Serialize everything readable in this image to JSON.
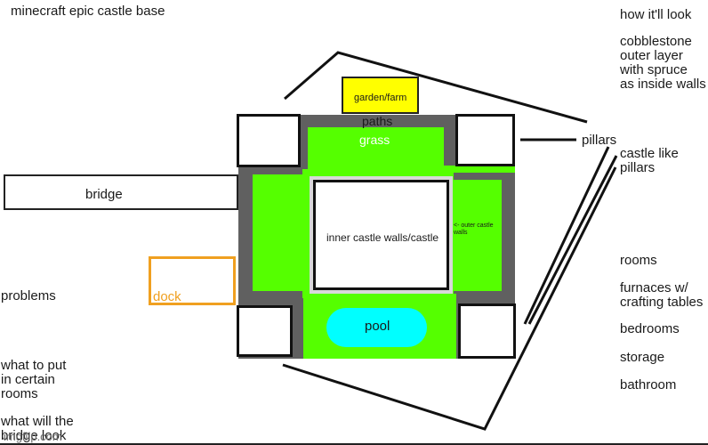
{
  "title": "minecraft epic castle base",
  "notes": {
    "how_it_looks": "how it'll look",
    "cobblestone": "cobblestone\nouter layer\nwith spruce\nas inside walls",
    "pillars": "pillars",
    "castle_pillars": "castle like\npillars",
    "rooms": "rooms",
    "furnaces": "furnaces w/\ncrafting tables",
    "bedrooms": "bedrooms",
    "storage": "storage",
    "bathroom": "bathroom",
    "problems": "problems",
    "what_to_put": "what to put\nin certain\nrooms",
    "bridge_question": "what will the\nbridge look"
  },
  "diagram": {
    "garden": "garden/farm",
    "paths": "paths",
    "grass": "grass",
    "bridge": "bridge",
    "inner": "inner castle walls/castle",
    "outer_walls": "<- outer castle\nwalls",
    "dock": "dock",
    "pool": "pool"
  },
  "colors": {
    "grass": "#55ff00",
    "paths": "#606060",
    "garden": "#ffff00",
    "dock": "#f0a020",
    "pool": "#00ffff"
  },
  "watermark": "imgflip.com"
}
